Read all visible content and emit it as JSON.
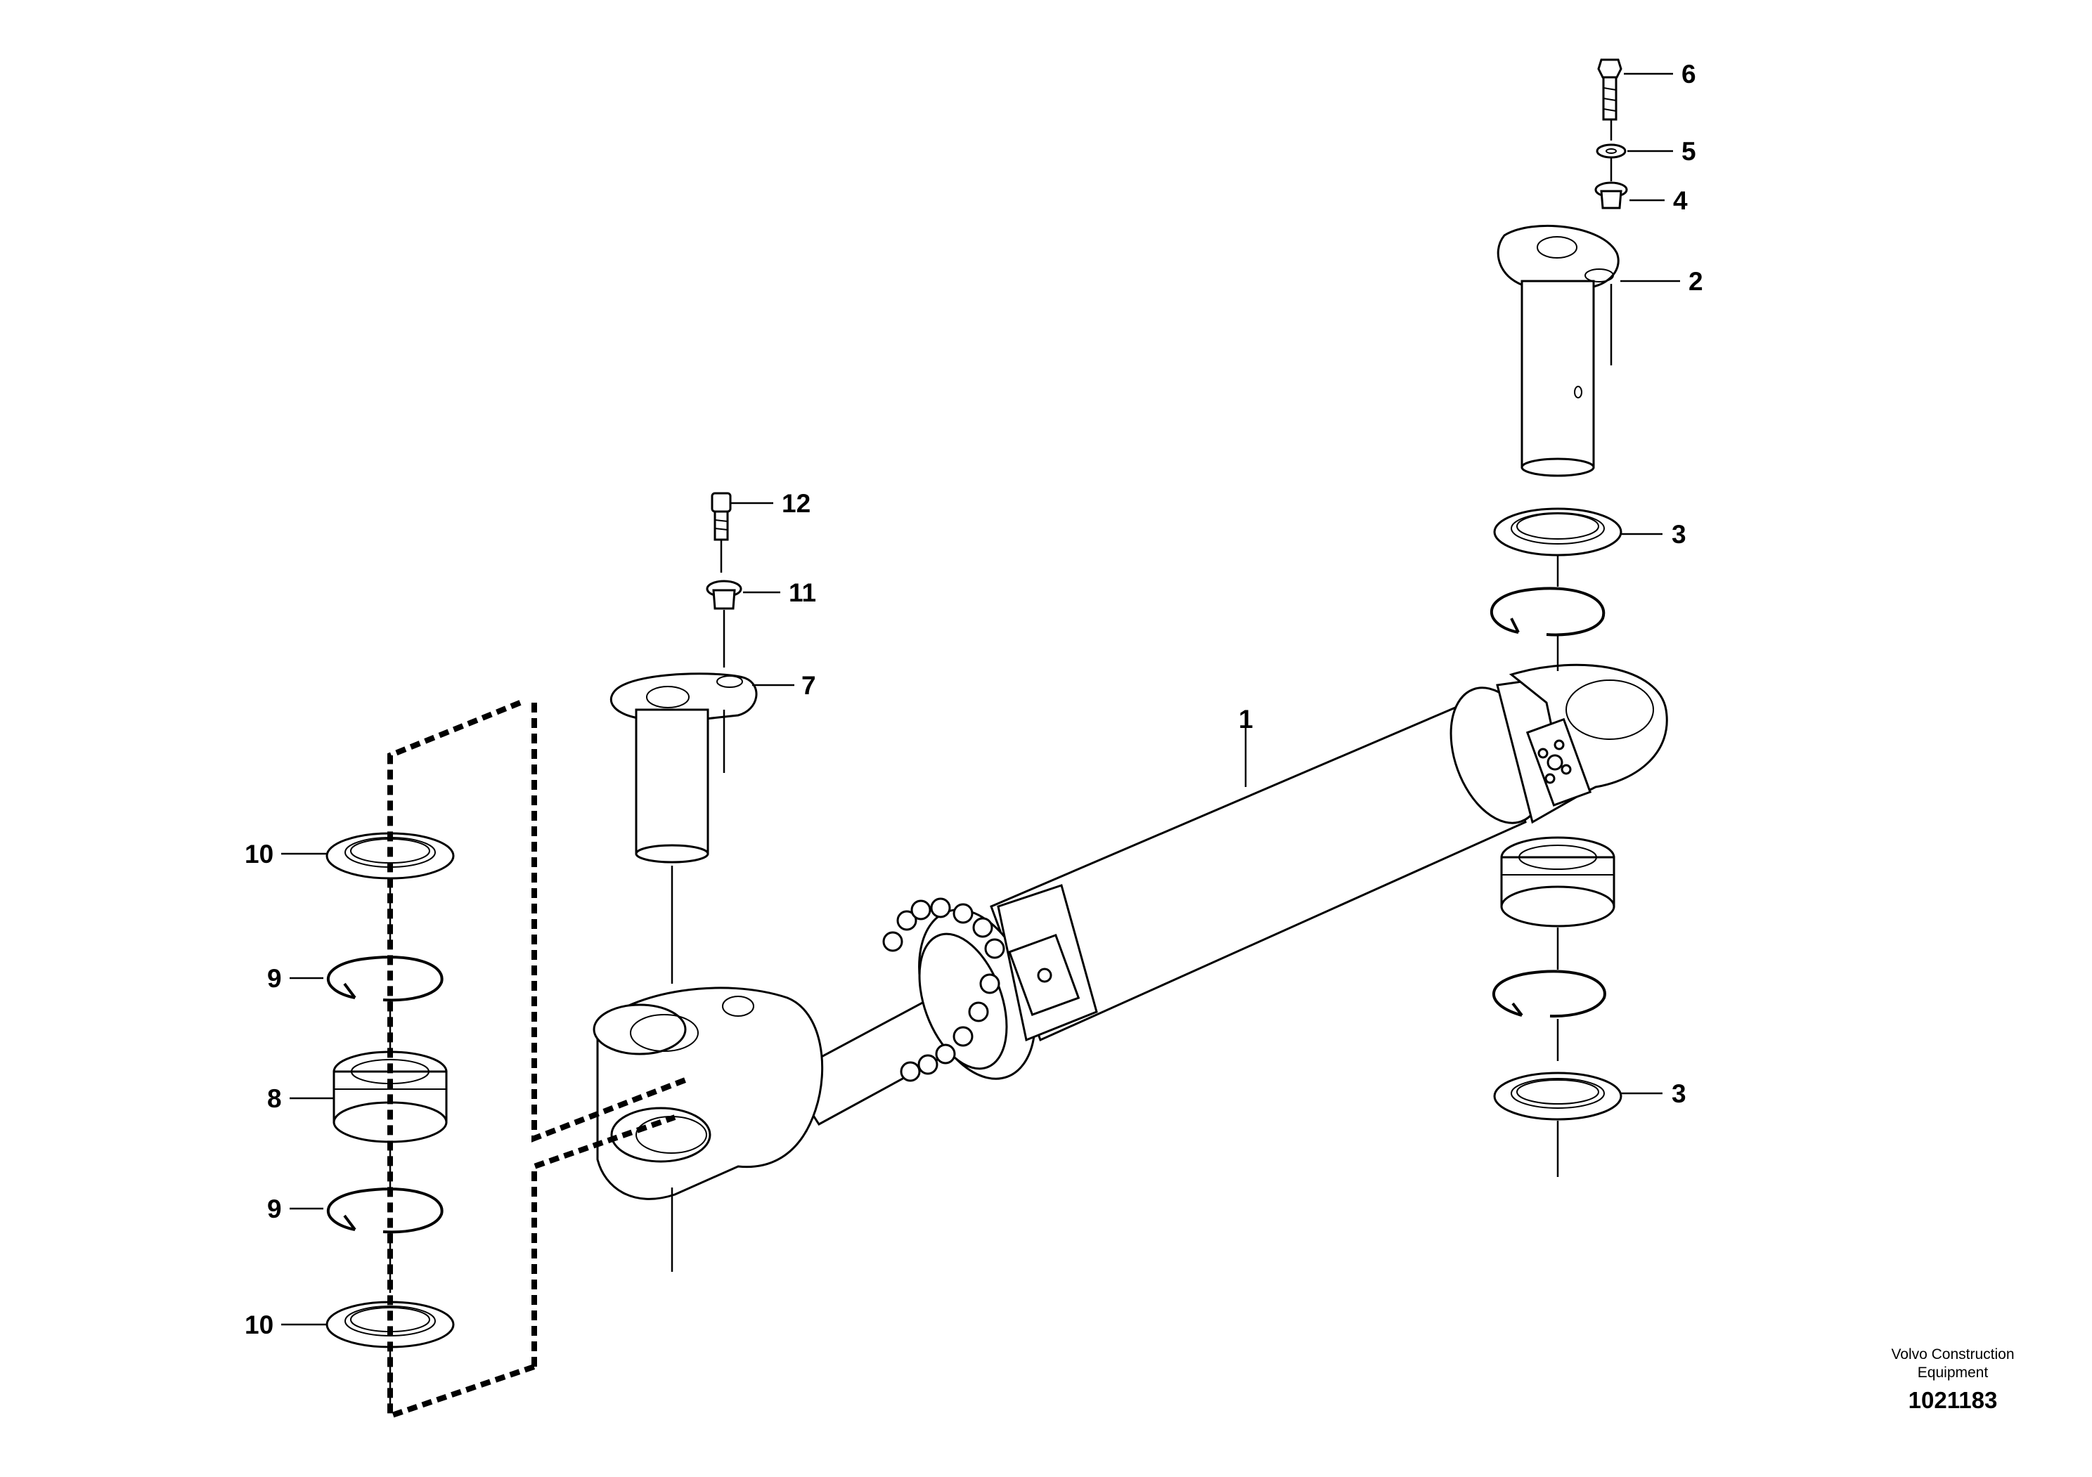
{
  "callouts": {
    "c1": "1",
    "c2": "2",
    "c3a": "3",
    "c3b": "3",
    "c4": "4",
    "c5": "5",
    "c6": "6",
    "c7": "7",
    "c8": "8",
    "c9a": "9",
    "c9b": "9",
    "c10a": "10",
    "c10b": "10",
    "c11": "11",
    "c12": "12"
  },
  "footer": {
    "brand_line1": "Volvo Construction",
    "brand_line2": "Equipment",
    "drawing_number": "1021183"
  }
}
